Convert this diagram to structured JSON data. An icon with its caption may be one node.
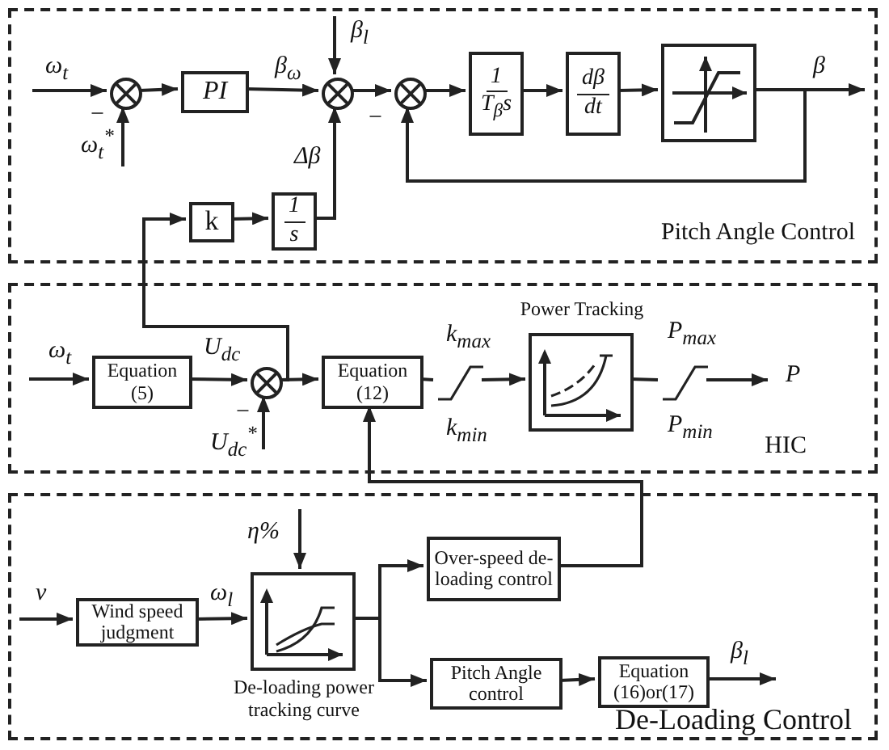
{
  "diagram": {
    "nodes": [
      {
        "text": [
          "Pitch Angle Control"
        ]
      },
      {
        "text": [],
        "shape": "circle",
        "in": 0
      },
      {
        "text": [
          "PI"
        ],
        "in": 0
      },
      {
        "text": [],
        "shape": "circle",
        "in": 0
      },
      {
        "text": [],
        "shape": "circle",
        "in": 0
      },
      {
        "text": [
          "1",
          "T$_{β}$s"
        ],
        "in": 0
      },
      {
        "text": [
          "dβ",
          "dt"
        ],
        "in": 0
      },
      {
        "text": [],
        "shape": "box",
        "in": 0
      },
      {
        "text": [
          "k"
        ],
        "in": 0
      },
      {
        "text": [
          "1",
          "s"
        ],
        "in": 0
      },
      {
        "text": [
          "HIC"
        ]
      },
      {
        "text": [
          "Equation (5)"
        ],
        "in": 10
      },
      {
        "text": [],
        "shape": "circle",
        "in": 10
      },
      {
        "text": [
          "Equation (12)"
        ],
        "in": 10
      },
      {
        "text": [],
        "shape": "limiter",
        "in": 10,
        "beside": [
          "k$_{max}$",
          "k$_{min}$"
        ]
      },
      {
        "text": [
          "Power Tracking"
        ],
        "in": 10
      },
      {
        "text": [],
        "shape": "limiter",
        "in": 10,
        "beside": [
          "P$_{max}$",
          "P$_{min}$"
        ]
      },
      {
        "text": [
          "De-Loading Control"
        ]
      },
      {
        "text": [
          "Wind speed judgment"
        ],
        "in": 17
      },
      {
        "text": [
          "De-loading power tracking curve"
        ],
        "in": 17
      },
      {
        "text": [
          "Over-speed de-loading control"
        ],
        "in": 17
      },
      {
        "text": [
          "Pitch Angle control"
        ],
        "in": 17
      },
      {
        "text": [
          "Equation (16)or(17)"
        ],
        "in": 17
      }
    ],
    "edges": [
      {
        "from": null,
        "to": 1,
        "arrow": "to",
        "label": "ω$_{t}$"
      },
      {
        "from": null,
        "to": 1,
        "arrow": "to",
        "label": "ω$_{t}$$^{*}$"
      },
      {
        "from": 1,
        "to": 2,
        "arrow": "to"
      },
      {
        "from": 2,
        "to": 3,
        "arrow": "to",
        "label": "β$_{ω}$"
      },
      {
        "from": null,
        "to": 3,
        "arrow": "to",
        "label": "β$_{l}$"
      },
      {
        "from": 9,
        "to": 3,
        "arrow": "to",
        "label": "Δβ"
      },
      {
        "from": 3,
        "to": 4,
        "arrow": "to"
      },
      {
        "from": 4,
        "to": 5,
        "arrow": "to"
      },
      {
        "from": 5,
        "to": 6,
        "arrow": "to"
      },
      {
        "from": 6,
        "to": 7,
        "arrow": "to"
      },
      {
        "from": 7,
        "to": null,
        "arrow": "to",
        "label": "β"
      },
      {
        "from": 7,
        "to": 4,
        "arrow": "to"
      },
      {
        "from": 8,
        "to": 9,
        "arrow": "to"
      },
      {
        "from": null,
        "to": 11,
        "arrow": "to",
        "label": "ω$_{t}$"
      },
      {
        "from": 11,
        "to": 12,
        "arrow": "to",
        "label": "U$_{dc}$"
      },
      {
        "from": null,
        "to": 12,
        "arrow": "to",
        "label": "U$_{dc}$$^{*}$"
      },
      {
        "from": 12,
        "to": 13,
        "arrow": "to"
      },
      {
        "from": 12,
        "to": 8,
        "arrow": "to"
      },
      {
        "from": 13,
        "to": 14,
        "arrow": "none"
      },
      {
        "from": 14,
        "to": 15,
        "arrow": "to"
      },
      {
        "from": 15,
        "to": 16,
        "arrow": "none"
      },
      {
        "from": 16,
        "to": null,
        "arrow": "to",
        "label": "P"
      },
      {
        "from": 20,
        "to": 13,
        "arrow": "to"
      },
      {
        "from": null,
        "to": 18,
        "arrow": "to",
        "label": "v"
      },
      {
        "from": 18,
        "to": 19,
        "arrow": "to",
        "label": "ω$_{l}$"
      },
      {
        "from": null,
        "to": 19,
        "arrow": "to",
        "label": "η%"
      },
      {
        "from": 19,
        "to": 20,
        "arrow": "to"
      },
      {
        "from": 19,
        "to": 21,
        "arrow": "to"
      },
      {
        "from": 21,
        "to": 22,
        "arrow": "to"
      },
      {
        "from": 22,
        "to": null,
        "arrow": "to",
        "label": "β$_{l}$"
      }
    ],
    "labels": [
      "−",
      "−",
      "−"
    ]
  }
}
